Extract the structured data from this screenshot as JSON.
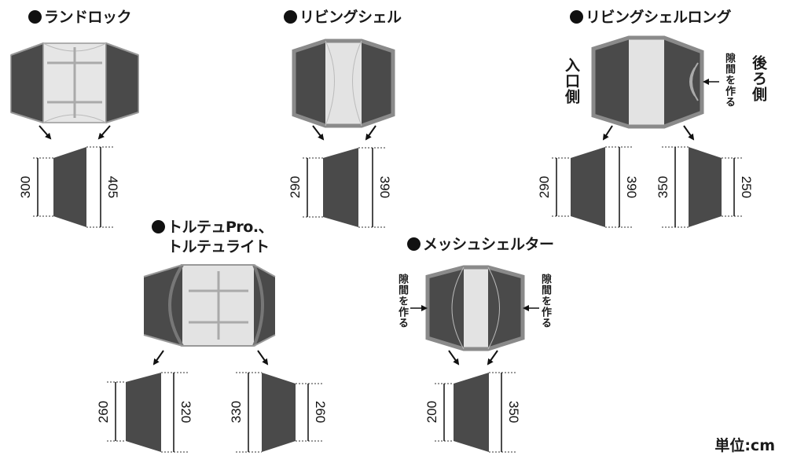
{
  "titles": {
    "landrock": "ランドロック",
    "living": "リビングシェル",
    "living_long": "リビングシェルロング",
    "tortuga_line1": "トルテュPro.、",
    "tortuga_line2": "トルテュライト",
    "mesh": "メッシュシェルター"
  },
  "labels": {
    "entrance": "入口側",
    "rear": "後ろ側",
    "gap": "隙間を作る",
    "unit": "単位:cm"
  },
  "dimensions": {
    "landrock": {
      "a": "300",
      "b": "405"
    },
    "living": {
      "a": "290",
      "b": "390"
    },
    "living_long_front": {
      "a": "290",
      "b": "390"
    },
    "living_long_rear": {
      "a": "350",
      "b": "250"
    },
    "tortuga_front": {
      "a": "260",
      "b": "320"
    },
    "tortuga_rear": {
      "a": "330",
      "b": "260"
    },
    "mesh": {
      "a": "200",
      "b": "350"
    }
  },
  "colors": {
    "panel_dark": "#4a4a4a",
    "panel_light": "#e3e3e3",
    "frame": "#8a8a8a"
  }
}
